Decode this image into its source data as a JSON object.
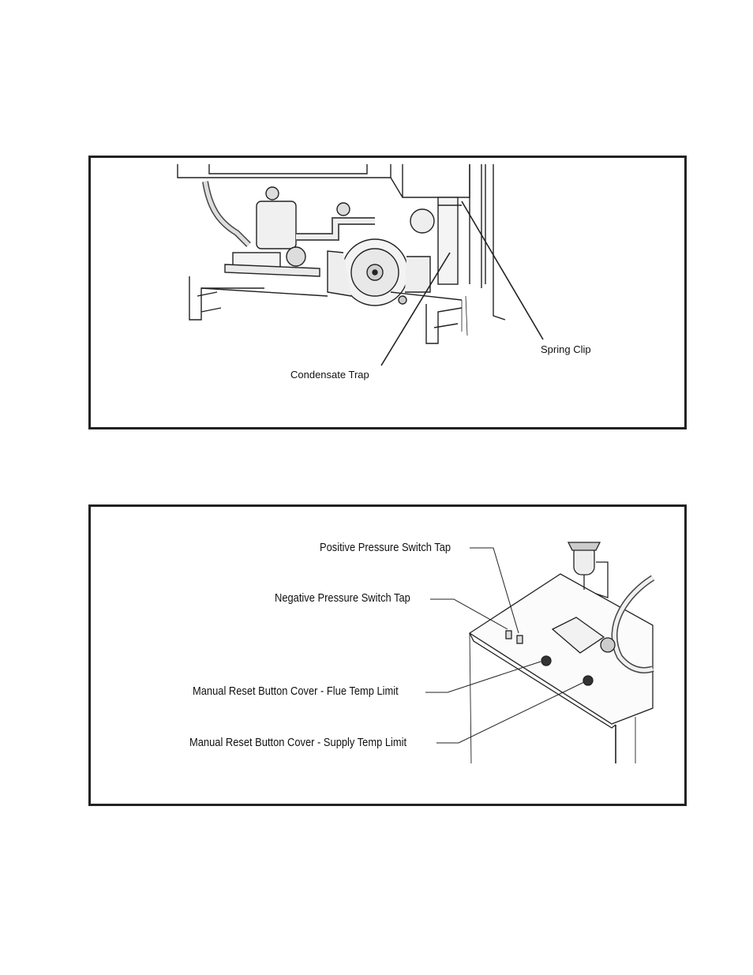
{
  "figure1": {
    "callouts": {
      "spring_clip": "Spring Clip",
      "condensate_trap": "Condensate Trap"
    }
  },
  "figure2": {
    "callouts": {
      "positive_tap": "Positive Pressure Switch Tap",
      "negative_tap": "Negative Pressure Switch Tap",
      "flue_reset": "Manual Reset Button Cover - Flue Temp Limit",
      "supply_reset": "Manual Reset Button Cover - Supply Temp Limit"
    }
  }
}
